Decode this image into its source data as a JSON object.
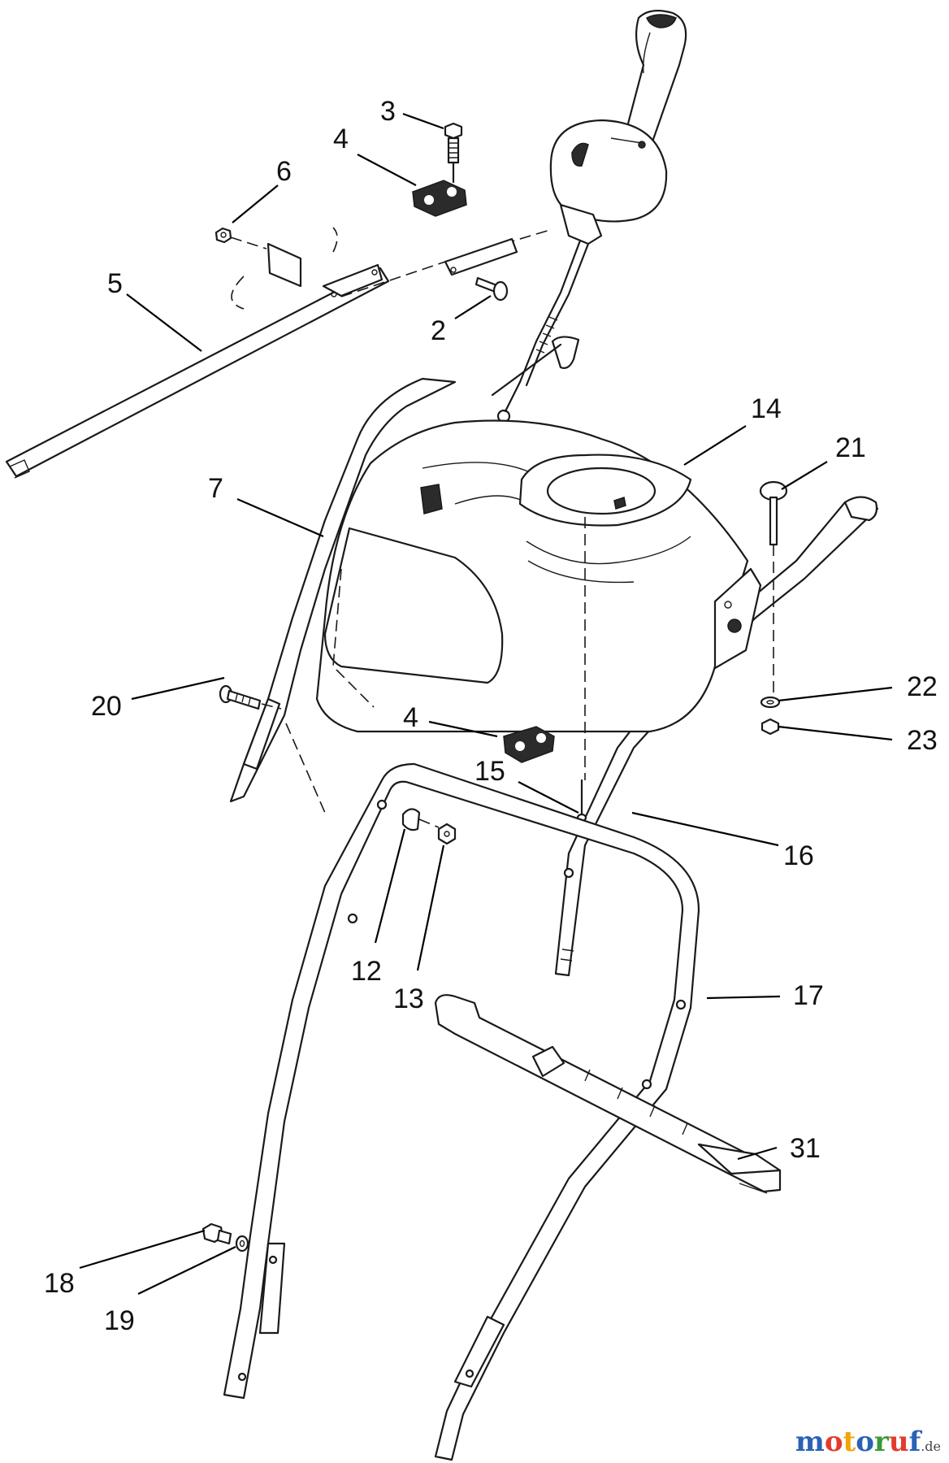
{
  "callouts": {
    "c2": "2",
    "c3": "3",
    "c4a": "4",
    "c4b": "4",
    "c5": "5",
    "c6": "6",
    "c7": "7",
    "c12": "12",
    "c13": "13",
    "c14": "14",
    "c15": "15",
    "c16": "16",
    "c17": "17",
    "c18": "18",
    "c19": "19",
    "c20": "20",
    "c21": "21",
    "c22": "22",
    "c23": "23",
    "c31": "31"
  },
  "watermark": {
    "letters": [
      "m",
      "o",
      "t",
      "o",
      "r",
      "u",
      "f"
    ],
    "colors": [
      "#2a62b6",
      "#e23b2e",
      "#f2a400",
      "#2a62b6",
      "#3a9a3a",
      "#e23b2e",
      "#2a62b6"
    ],
    "suffix": ".de"
  }
}
